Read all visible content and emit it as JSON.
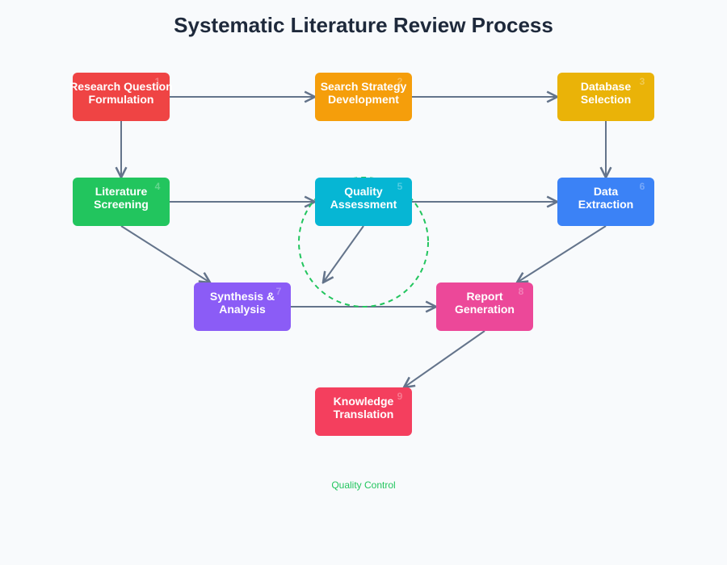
{
  "title": "Systematic Literature Review Process",
  "colors": {
    "background": "#f8fafc",
    "edge": "#64748b",
    "quality_control": "#22c55e",
    "title": "#1e293b"
  },
  "nodes": [
    {
      "id": 1,
      "number": "1",
      "lines": [
        "Research Question",
        "Formulation"
      ],
      "color": "#ef4444",
      "row": 0,
      "col": 0
    },
    {
      "id": 2,
      "number": "2",
      "lines": [
        "Search Strategy",
        "Development"
      ],
      "color": "#f59e0b",
      "row": 0,
      "col": 2
    },
    {
      "id": 3,
      "number": "3",
      "lines": [
        "Database",
        "Selection"
      ],
      "color": "#eab308",
      "row": 0,
      "col": 4
    },
    {
      "id": 4,
      "number": "4",
      "lines": [
        "Literature",
        "Screening"
      ],
      "color": "#22c55e",
      "row": 1,
      "col": 0
    },
    {
      "id": 5,
      "number": "5",
      "lines": [
        "Quality",
        "Assessment"
      ],
      "color": "#06b6d4",
      "row": 1,
      "col": 2
    },
    {
      "id": 6,
      "number": "6",
      "lines": [
        "Data",
        "Extraction"
      ],
      "color": "#3b82f6",
      "row": 1,
      "col": 4
    },
    {
      "id": 7,
      "number": "7",
      "lines": [
        "Synthesis &",
        "Analysis"
      ],
      "color": "#8b5cf6",
      "row": 2,
      "col": 1
    },
    {
      "id": 8,
      "number": "8",
      "lines": [
        "Report",
        "Generation"
      ],
      "color": "#ec4899",
      "row": 2,
      "col": 3
    },
    {
      "id": 9,
      "number": "9",
      "lines": [
        "Knowledge",
        "Translation"
      ],
      "color": "#f43f5e",
      "row": 3,
      "col": 2
    }
  ],
  "edges": [
    {
      "from": 1,
      "to": 2
    },
    {
      "from": 2,
      "to": 3
    },
    {
      "from": 1,
      "to": 4
    },
    {
      "from": 3,
      "to": 6
    },
    {
      "from": 4,
      "to": 5
    },
    {
      "from": 5,
      "to": 6
    },
    {
      "from": 4,
      "to": 7
    },
    {
      "from": 5,
      "to": "qc-loop"
    },
    {
      "from": 6,
      "to": 8
    },
    {
      "from": 7,
      "to": 8
    },
    {
      "from": 8,
      "to": 9
    }
  ],
  "quality_control": {
    "label": "Quality Control",
    "around_node": 5
  }
}
